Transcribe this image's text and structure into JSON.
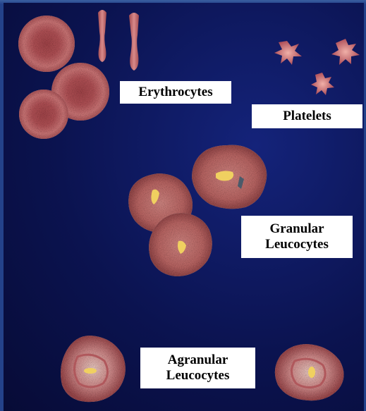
{
  "labels": {
    "erythrocytes": "Erythrocytes",
    "platelets": "Platelets",
    "granular_line1": "Granular",
    "granular_line2": "Leucocytes",
    "agranular_line1": "Agranular",
    "agranular_line2": "Leucocytes"
  },
  "colors": {
    "background_dark": "#0b1350",
    "frame_blue": "#24428a",
    "cell_pink": "#c86a6a",
    "cell_dark": "#8e3c42",
    "nucleus_yellow": "#f0d060",
    "label_bg": "#ffffff"
  }
}
